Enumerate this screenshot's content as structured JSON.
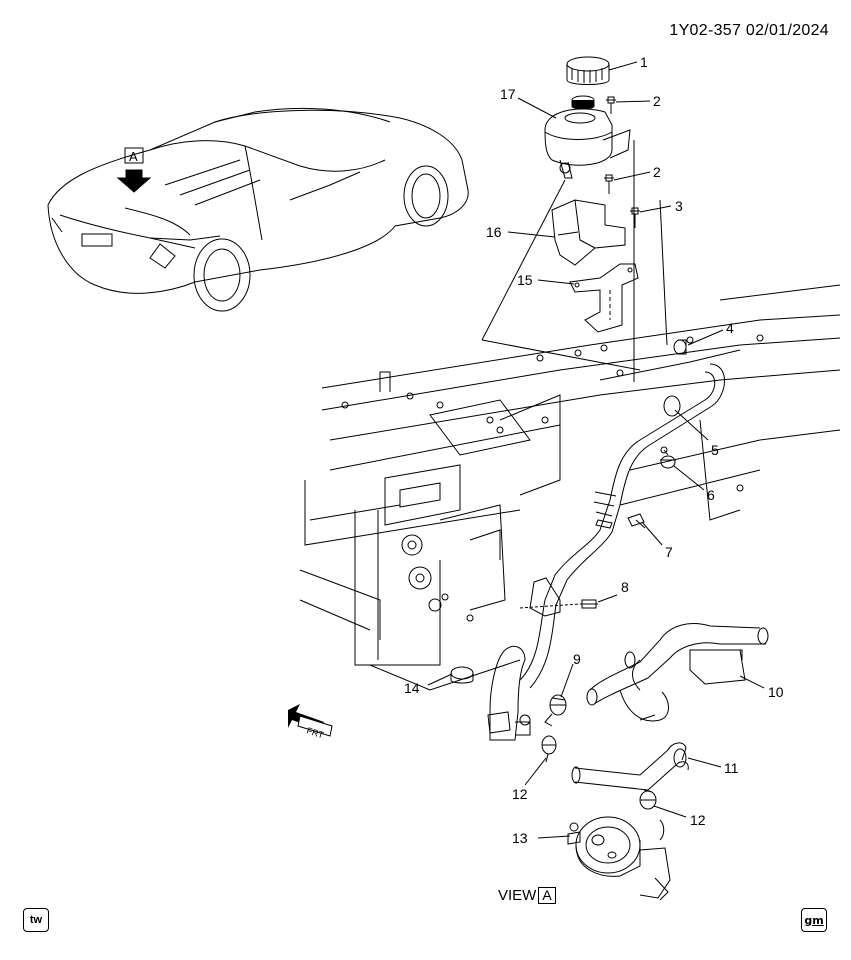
{
  "header": {
    "code": "1Y02-357  02/01/2024"
  },
  "view": {
    "prefix": "VIEW",
    "letter": "A"
  },
  "car_callout": {
    "letter": "A"
  },
  "front_arrow": {
    "text": "FRT"
  },
  "badges": {
    "left": "tw",
    "right": "gm"
  },
  "callouts": [
    {
      "id": "c1",
      "label": "1"
    },
    {
      "id": "c2a",
      "label": "2"
    },
    {
      "id": "c2b",
      "label": "2"
    },
    {
      "id": "c3",
      "label": "3"
    },
    {
      "id": "c4",
      "label": "4"
    },
    {
      "id": "c5",
      "label": "5"
    },
    {
      "id": "c6",
      "label": "6"
    },
    {
      "id": "c7",
      "label": "7"
    },
    {
      "id": "c8",
      "label": "8"
    },
    {
      "id": "c9",
      "label": "9"
    },
    {
      "id": "c10",
      "label": "10"
    },
    {
      "id": "c11",
      "label": "11"
    },
    {
      "id": "c12a",
      "label": "12"
    },
    {
      "id": "c12b",
      "label": "12"
    },
    {
      "id": "c13",
      "label": "13"
    },
    {
      "id": "c14",
      "label": "14"
    },
    {
      "id": "c15",
      "label": "15"
    },
    {
      "id": "c16",
      "label": "16"
    },
    {
      "id": "c17",
      "label": "17"
    }
  ]
}
